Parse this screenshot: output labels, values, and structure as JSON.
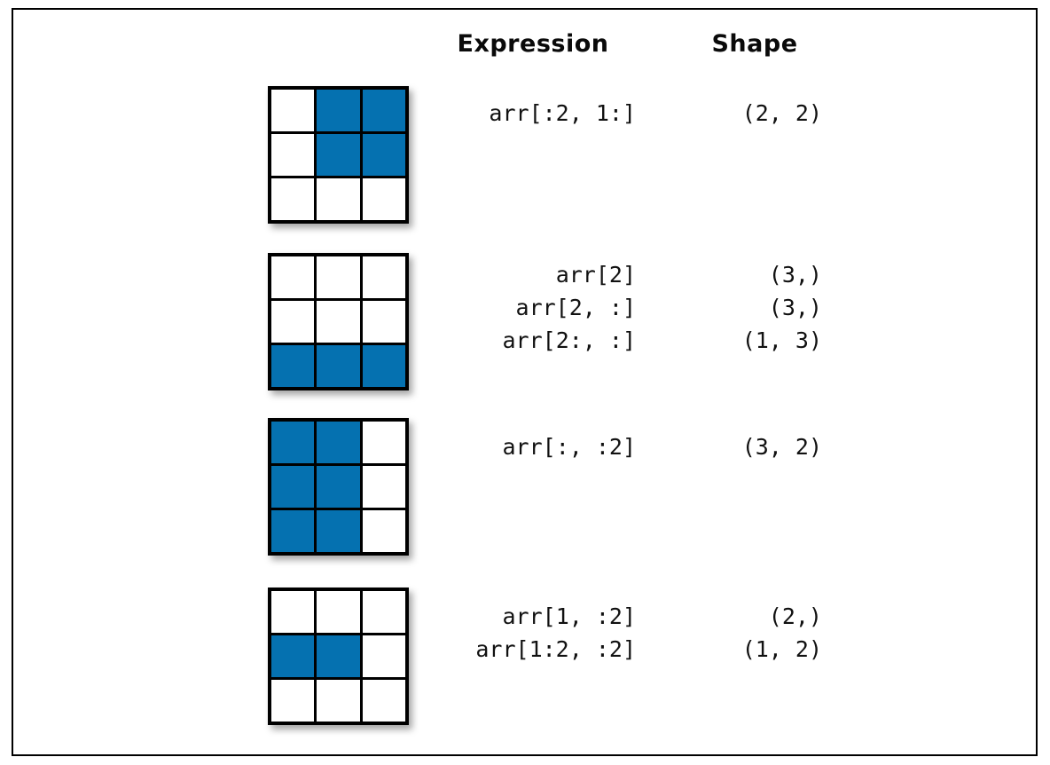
{
  "figure": {
    "title_columns": {
      "expression": "Expression",
      "shape": "Shape"
    },
    "colors": {
      "highlight": "#0571b0",
      "grid_line": "#000000",
      "cell_background": "#ffffff",
      "frame": "#000000",
      "text": "#111111",
      "page_background": "#ffffff"
    },
    "grid_shape": {
      "rows": 3,
      "cols": 3
    }
  },
  "rows": [
    {
      "id": "row-0",
      "selected_cells": [
        [
          0,
          1,
          1
        ],
        [
          0,
          1,
          1
        ],
        [
          0,
          0,
          0
        ]
      ],
      "expressions": [
        "arr[:2, 1:]"
      ],
      "shapes": [
        "(2, 2)"
      ]
    },
    {
      "id": "row-1",
      "selected_cells": [
        [
          0,
          0,
          0
        ],
        [
          0,
          0,
          0
        ],
        [
          1,
          1,
          1
        ]
      ],
      "expressions": [
        "arr[2]",
        "arr[2, :]",
        "arr[2:, :]"
      ],
      "shapes": [
        "(3,)",
        "(3,)",
        "(1, 3)"
      ]
    },
    {
      "id": "row-2",
      "selected_cells": [
        [
          1,
          1,
          0
        ],
        [
          1,
          1,
          0
        ],
        [
          1,
          1,
          0
        ]
      ],
      "expressions": [
        "arr[:, :2]"
      ],
      "shapes": [
        "(3, 2)"
      ]
    },
    {
      "id": "row-3",
      "selected_cells": [
        [
          0,
          0,
          0
        ],
        [
          1,
          1,
          0
        ],
        [
          0,
          0,
          0
        ]
      ],
      "expressions": [
        "arr[1, :2]",
        "arr[1:2, :2]"
      ],
      "shapes": [
        "(2,)",
        "(1, 2)"
      ]
    }
  ]
}
